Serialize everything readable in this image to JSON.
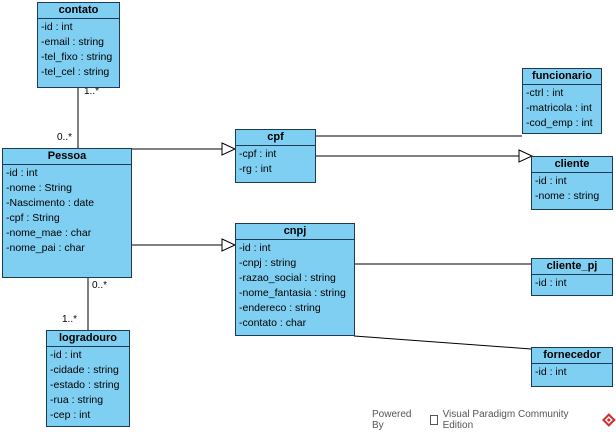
{
  "classes": {
    "contato": {
      "name": "contato",
      "attrs": [
        "-id : int",
        "-email : string",
        "-tel_fixo : string",
        "-tel_cel : string"
      ]
    },
    "pessoa": {
      "name": "Pessoa",
      "attrs": [
        "-id : int",
        "-nome : String",
        "-Nascimento : date",
        "-cpf : String",
        "-nome_mae : char",
        "-nome_pai : char"
      ]
    },
    "logradouro": {
      "name": "logradouro",
      "attrs": [
        "-id : int",
        "-cidade : string",
        "-estado : string",
        "-rua : string",
        "-cep : int"
      ]
    },
    "cpf": {
      "name": "cpf",
      "attrs": [
        "-cpf : int",
        "-rg : int"
      ]
    },
    "cnpj": {
      "name": "cnpj",
      "attrs": [
        "-id : int",
        "-cnpj : string",
        "-razao_social : string",
        "-nome_fantasia : string",
        "-endereco : string",
        "-contato : char"
      ]
    },
    "funcionario": {
      "name": "funcionario",
      "attrs": [
        "-ctrl : int",
        "-matricola : int",
        "-cod_emp : int"
      ]
    },
    "cliente": {
      "name": "cliente",
      "attrs": [
        "-id : int",
        "-nome : string"
      ]
    },
    "cliente_pj": {
      "name": "cliente_pj",
      "attrs": [
        "-id : int"
      ]
    },
    "fornecedor": {
      "name": "fornecedor",
      "attrs": [
        "-id : int"
      ]
    }
  },
  "multiplicities": {
    "contato_end": "1..*",
    "pessoa_top": "0..*",
    "pessoa_bottom": "0..*",
    "logradouro_end": "1..*"
  },
  "footer": {
    "prefix": "Powered By",
    "suffix": "Visual Paradigm Community Edition"
  },
  "colors": {
    "class_fill": "#7fcff2",
    "class_border": "#1d3a55",
    "line": "#000000"
  }
}
